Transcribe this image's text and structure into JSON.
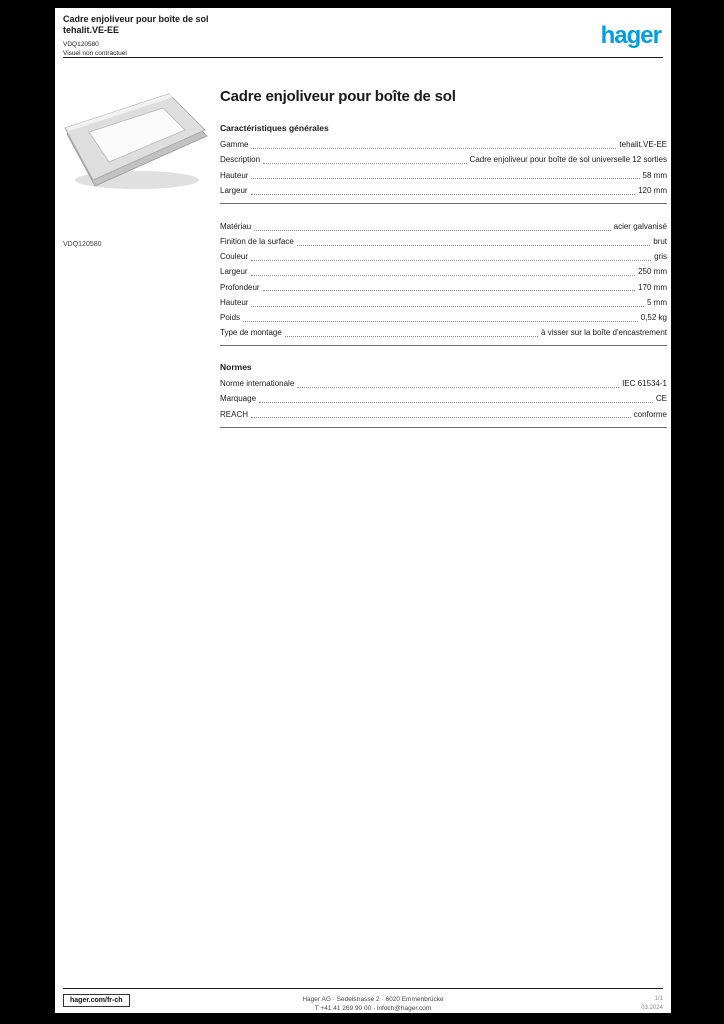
{
  "header": {
    "product_line1": "Cadre enjoliveur pour boîte de sol",
    "product_line2": "tehalit.VE-EE",
    "ref": "VDQ120580",
    "note": "Visuel non contractuel",
    "brand": "hager"
  },
  "product": {
    "title": "Cadre enjoliveur pour boîte de sol",
    "reference": "VDQ120580"
  },
  "sections": [
    {
      "heading": "Caractéristiques générales",
      "rows": [
        {
          "label": "Gamme",
          "value": "tehalit.VE-EE"
        },
        {
          "label": "Description",
          "value": "Cadre enjoliveur pour boîte de sol universelle 12 sorties"
        },
        {
          "label": "Hauteur",
          "value": "58 mm"
        },
        {
          "label": "Largeur",
          "value": "120 mm"
        }
      ]
    },
    {
      "heading": "",
      "rows": [
        {
          "label": "Matériau",
          "value": "acier galvanisé"
        },
        {
          "label": "Finition de la surface",
          "value": "brut"
        },
        {
          "label": "Couleur",
          "value": "gris"
        },
        {
          "label": "Largeur",
          "value": "250 mm"
        },
        {
          "label": "Profondeur",
          "value": "170 mm"
        },
        {
          "label": "Hauteur",
          "value": "5 mm"
        },
        {
          "label": "Poids",
          "value": "0,52 kg"
        },
        {
          "label": "Type de montage",
          "value": "à visser sur la boîte d'encastrement"
        }
      ]
    },
    {
      "heading": "Normes",
      "rows": [
        {
          "label": "Norme internationale",
          "value": "IEC 61534-1"
        },
        {
          "label": "Marquage",
          "value": "CE"
        },
        {
          "label": "REACH",
          "value": "conforme"
        }
      ]
    }
  ],
  "footer": {
    "site": "hager.com/fr-ch",
    "address_line1": "Hager AG · Sedelstrasse 2 · 6020 Emmenbrücke",
    "address_line2": "T +41 41 269 90 00 · infoch@hager.com",
    "page": "1/1",
    "date": "03.2024"
  },
  "colors": {
    "brand": "#009ee3"
  }
}
